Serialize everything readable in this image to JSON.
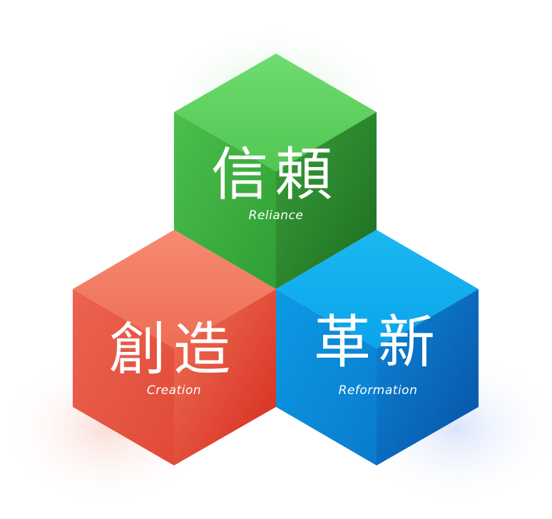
{
  "cubes": [
    {
      "id": "reliance",
      "kanji": "信頼",
      "english": "Reliance",
      "color": "#35a83a"
    },
    {
      "id": "creation",
      "kanji": "創造",
      "english": "Creation",
      "color": "#e8513b"
    },
    {
      "id": "reformation",
      "kanji": "革新",
      "english": "Reformation",
      "color": "#0a8ee0"
    }
  ]
}
